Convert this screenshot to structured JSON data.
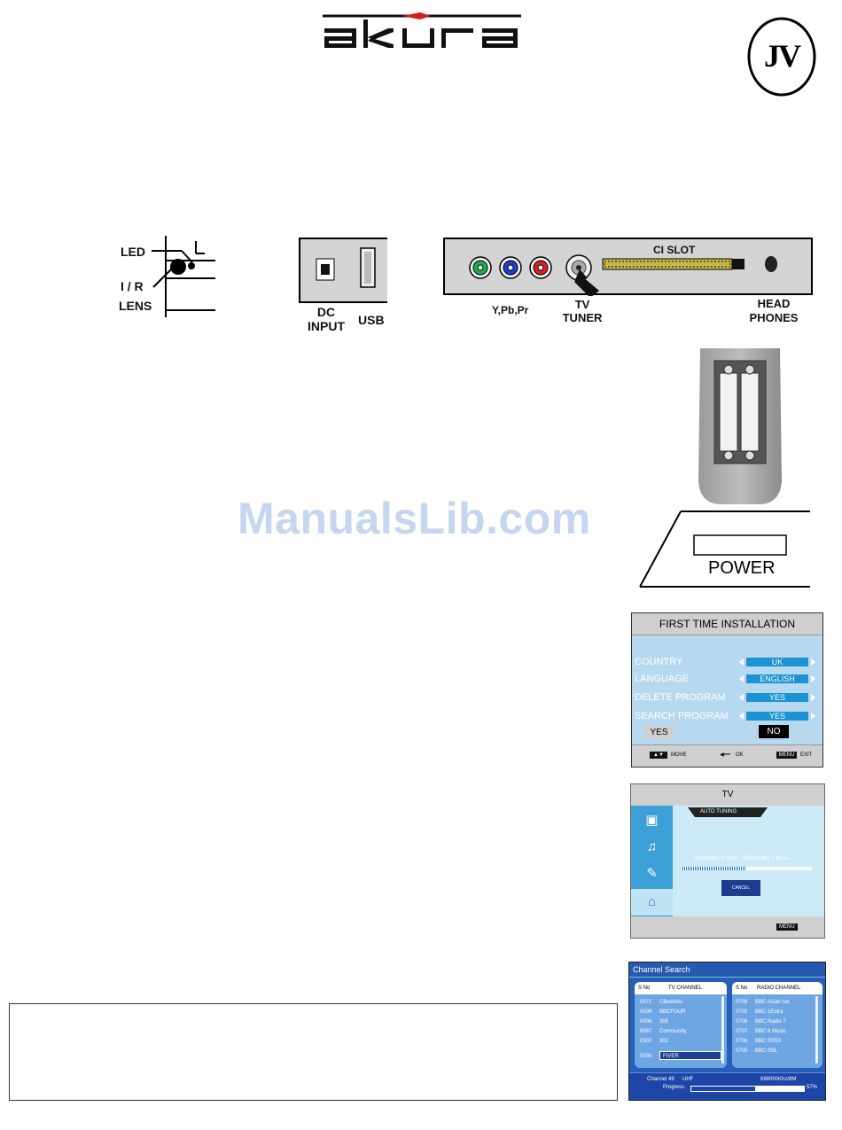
{
  "header": {
    "brand": "akura",
    "badge": "JV"
  },
  "front_panel": {
    "led_label": "LED",
    "ir_label": "I / R",
    "lens_label": "LENS"
  },
  "side_panel": {
    "dc_label_1": "DC",
    "dc_label_2": "INPUT",
    "usb_label": "USB"
  },
  "rear_panel": {
    "ci_slot": "CI SLOT",
    "component_label": "Y,Pb,Pr",
    "tv_label_1": "TV",
    "tv_label_2": "TUNER",
    "headphones_1": "HEAD",
    "headphones_2": "PHONES",
    "component_colors": [
      "#17b24a",
      "#1f3fd0",
      "#d8202a"
    ]
  },
  "watermark": "ManualsLib.com",
  "power_button": {
    "label": "POWER"
  },
  "first_time_installation": {
    "title": "FIRST TIME INSTALLATION",
    "rows": [
      {
        "key": "COUNTRY",
        "value": "UK"
      },
      {
        "key": "LANGUAGE",
        "value": "ENGLISH"
      },
      {
        "key": "DELETE PROGRAM",
        "value": "YES"
      },
      {
        "key": "SEARCH PROGRAM",
        "value": "YES"
      }
    ],
    "yes_button": "YES",
    "no_button": "NO",
    "footer": {
      "move_key": "▲▼",
      "move_text": "MOVE",
      "ok_key": "◀━━",
      "ok_text": "OK",
      "menu_key": "MENU",
      "exit_text": "EXIT"
    }
  },
  "tv_menu": {
    "title": "TV",
    "tab": "AUTO TUNING",
    "channel_text": "CHANNEL 0 (UHF : 450.00 Mhz ) 49 %",
    "progress_percent": 49,
    "cancel_button": "CANCEL",
    "menu_key": "MENU",
    "side_icons": [
      "picture-icon",
      "music-note-icon",
      "settings-icon",
      "tv-icon"
    ]
  },
  "channel_search": {
    "title": "Channel Search",
    "tv_header": {
      "no": "S No",
      "name": "TV CHANNEL"
    },
    "radio_header": {
      "no": "S No",
      "name": "RADIO CHANNEL"
    },
    "tv_channels": [
      {
        "no": "0071",
        "name": "CBeebies"
      },
      {
        "no": "0009",
        "name": "BBCFOUR"
      },
      {
        "no": "0006",
        "name": "305"
      },
      {
        "no": "0087",
        "name": "Community"
      },
      {
        "no": "0302",
        "name": "302"
      }
    ],
    "tv_selected": {
      "no": "0030",
      "name": "FIVER"
    },
    "radio_channels": [
      {
        "no": "0709",
        "name": "BBC Asian net"
      },
      {
        "no": "0701",
        "name": "BBC 1Extra"
      },
      {
        "no": "0708",
        "name": "BBC Radio 7"
      },
      {
        "no": "0707",
        "name": "BBC 6 Music"
      },
      {
        "no": "0706",
        "name": "BBC R5SX"
      },
      {
        "no": "0705",
        "name": "BBC R5L"
      }
    ],
    "channel_label": "Channel 49",
    "band": "UHF",
    "frequency": "698000Khz/8M",
    "progress_label": "Progress",
    "progress_percent_text": "57%",
    "progress_percent": 57
  }
}
